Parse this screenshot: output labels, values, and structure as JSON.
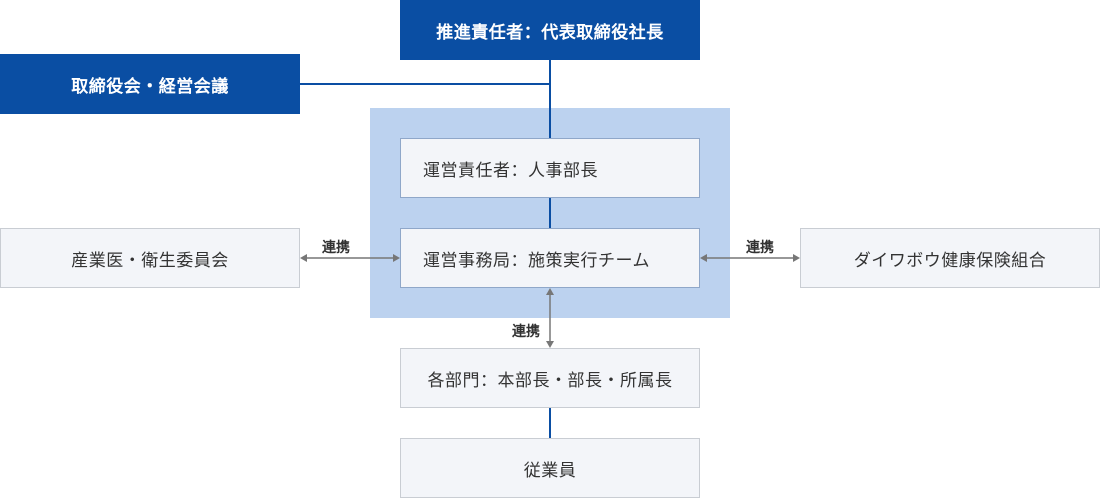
{
  "nodes": {
    "promoter": "推進責任者：代表取締役社長",
    "board": "取締役会・経営会議",
    "operation_head": "運営責任者：人事部長",
    "secretariat": "運営事務局：施策実行チーム",
    "occupational_physician": "産業医・衛生委員会",
    "health_insurance": "ダイワボウ健康保険組合",
    "departments": "各部門：本部長・部長・所属長",
    "employees": "従業員"
  },
  "links": {
    "left": "連携",
    "right": "連携",
    "down": "連携"
  },
  "colors": {
    "primary": "#0a4ea3",
    "group_background": "#bcd2ef",
    "box_background": "#f3f5f9",
    "arrow": "#777777"
  }
}
